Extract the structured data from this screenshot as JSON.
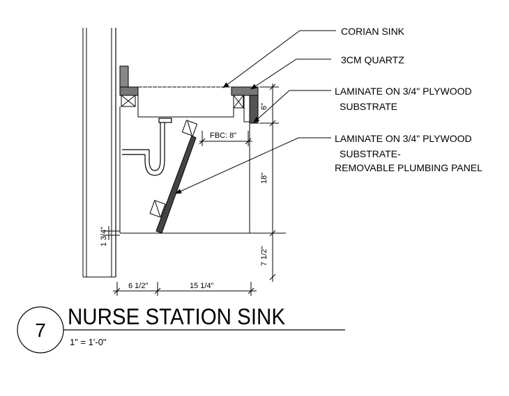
{
  "callouts": {
    "corian_sink": "CORIAN SINK",
    "quartz": "3CM QUARTZ",
    "laminate_top_line1": "LAMINATE ON 3/4\" PLYWOOD",
    "laminate_top_line2": "SUBSTRATE",
    "laminate_panel_line1": "LAMINATE ON 3/4\" PLYWOOD",
    "laminate_panel_line2": "SUBSTRATE-",
    "laminate_panel_line3": "REMOVABLE PLUMBING PANEL"
  },
  "dimensions": {
    "fbc": "FBC: 8\"",
    "apron": "6\"",
    "knee_height": "18\"",
    "toe_height": "7 1/2\"",
    "wall_offset": "1 3/4\"",
    "base_left": "6 1/2\"",
    "base_right": "15 1/4\""
  },
  "title_block": {
    "detail_number": "7",
    "title": "NURSE STATION SINK",
    "scale": "1\" = 1'-0\""
  }
}
